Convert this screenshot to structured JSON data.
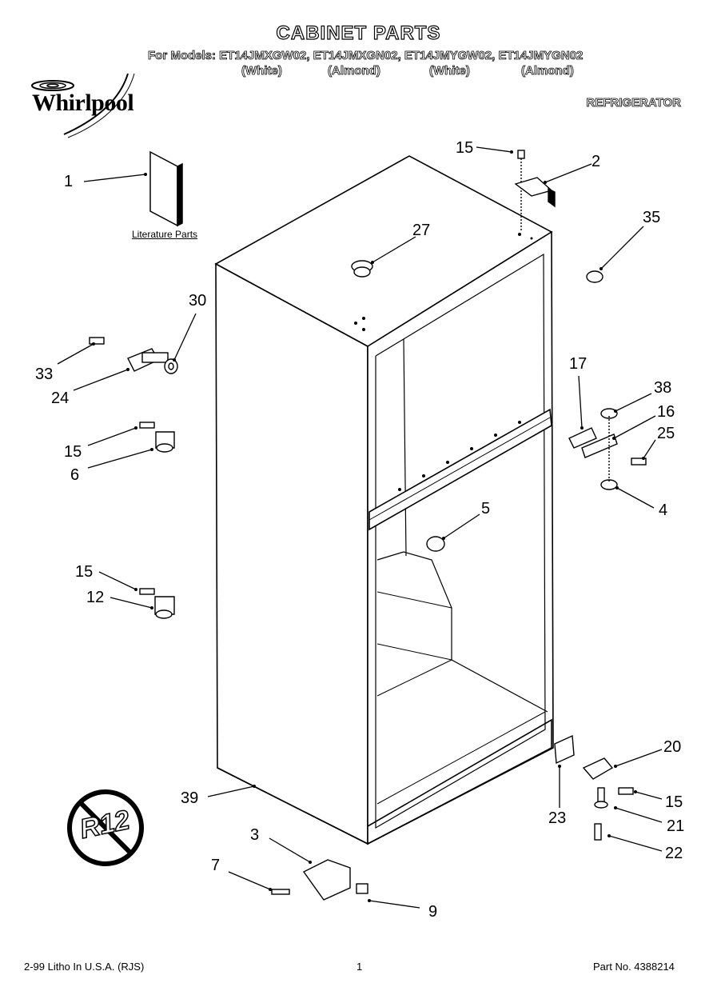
{
  "header": {
    "title": "CABINET PARTS",
    "models_line": "For Models: ET14JMXGW02, ET14JMXGN02, ET14JMYGW02, ET14JMYGN02",
    "colors": [
      "(White)",
      "(Almond)",
      "(White)",
      "(Almond)"
    ],
    "brand": "Whirlpool",
    "appliance": "REFRIGERATOR"
  },
  "literature_label": "Literature Parts",
  "badge_text": "R12",
  "callouts": [
    "1",
    "2",
    "15",
    "35",
    "27",
    "30",
    "33",
    "24",
    "15",
    "6",
    "17",
    "38",
    "16",
    "25",
    "4",
    "5",
    "15",
    "12",
    "20",
    "39",
    "15",
    "21",
    "23",
    "3",
    "22",
    "7",
    "9"
  ],
  "footer": {
    "left": "2-99 Litho In U.S.A. (RJS)",
    "center": "1",
    "right": "Part No. 4388214"
  }
}
